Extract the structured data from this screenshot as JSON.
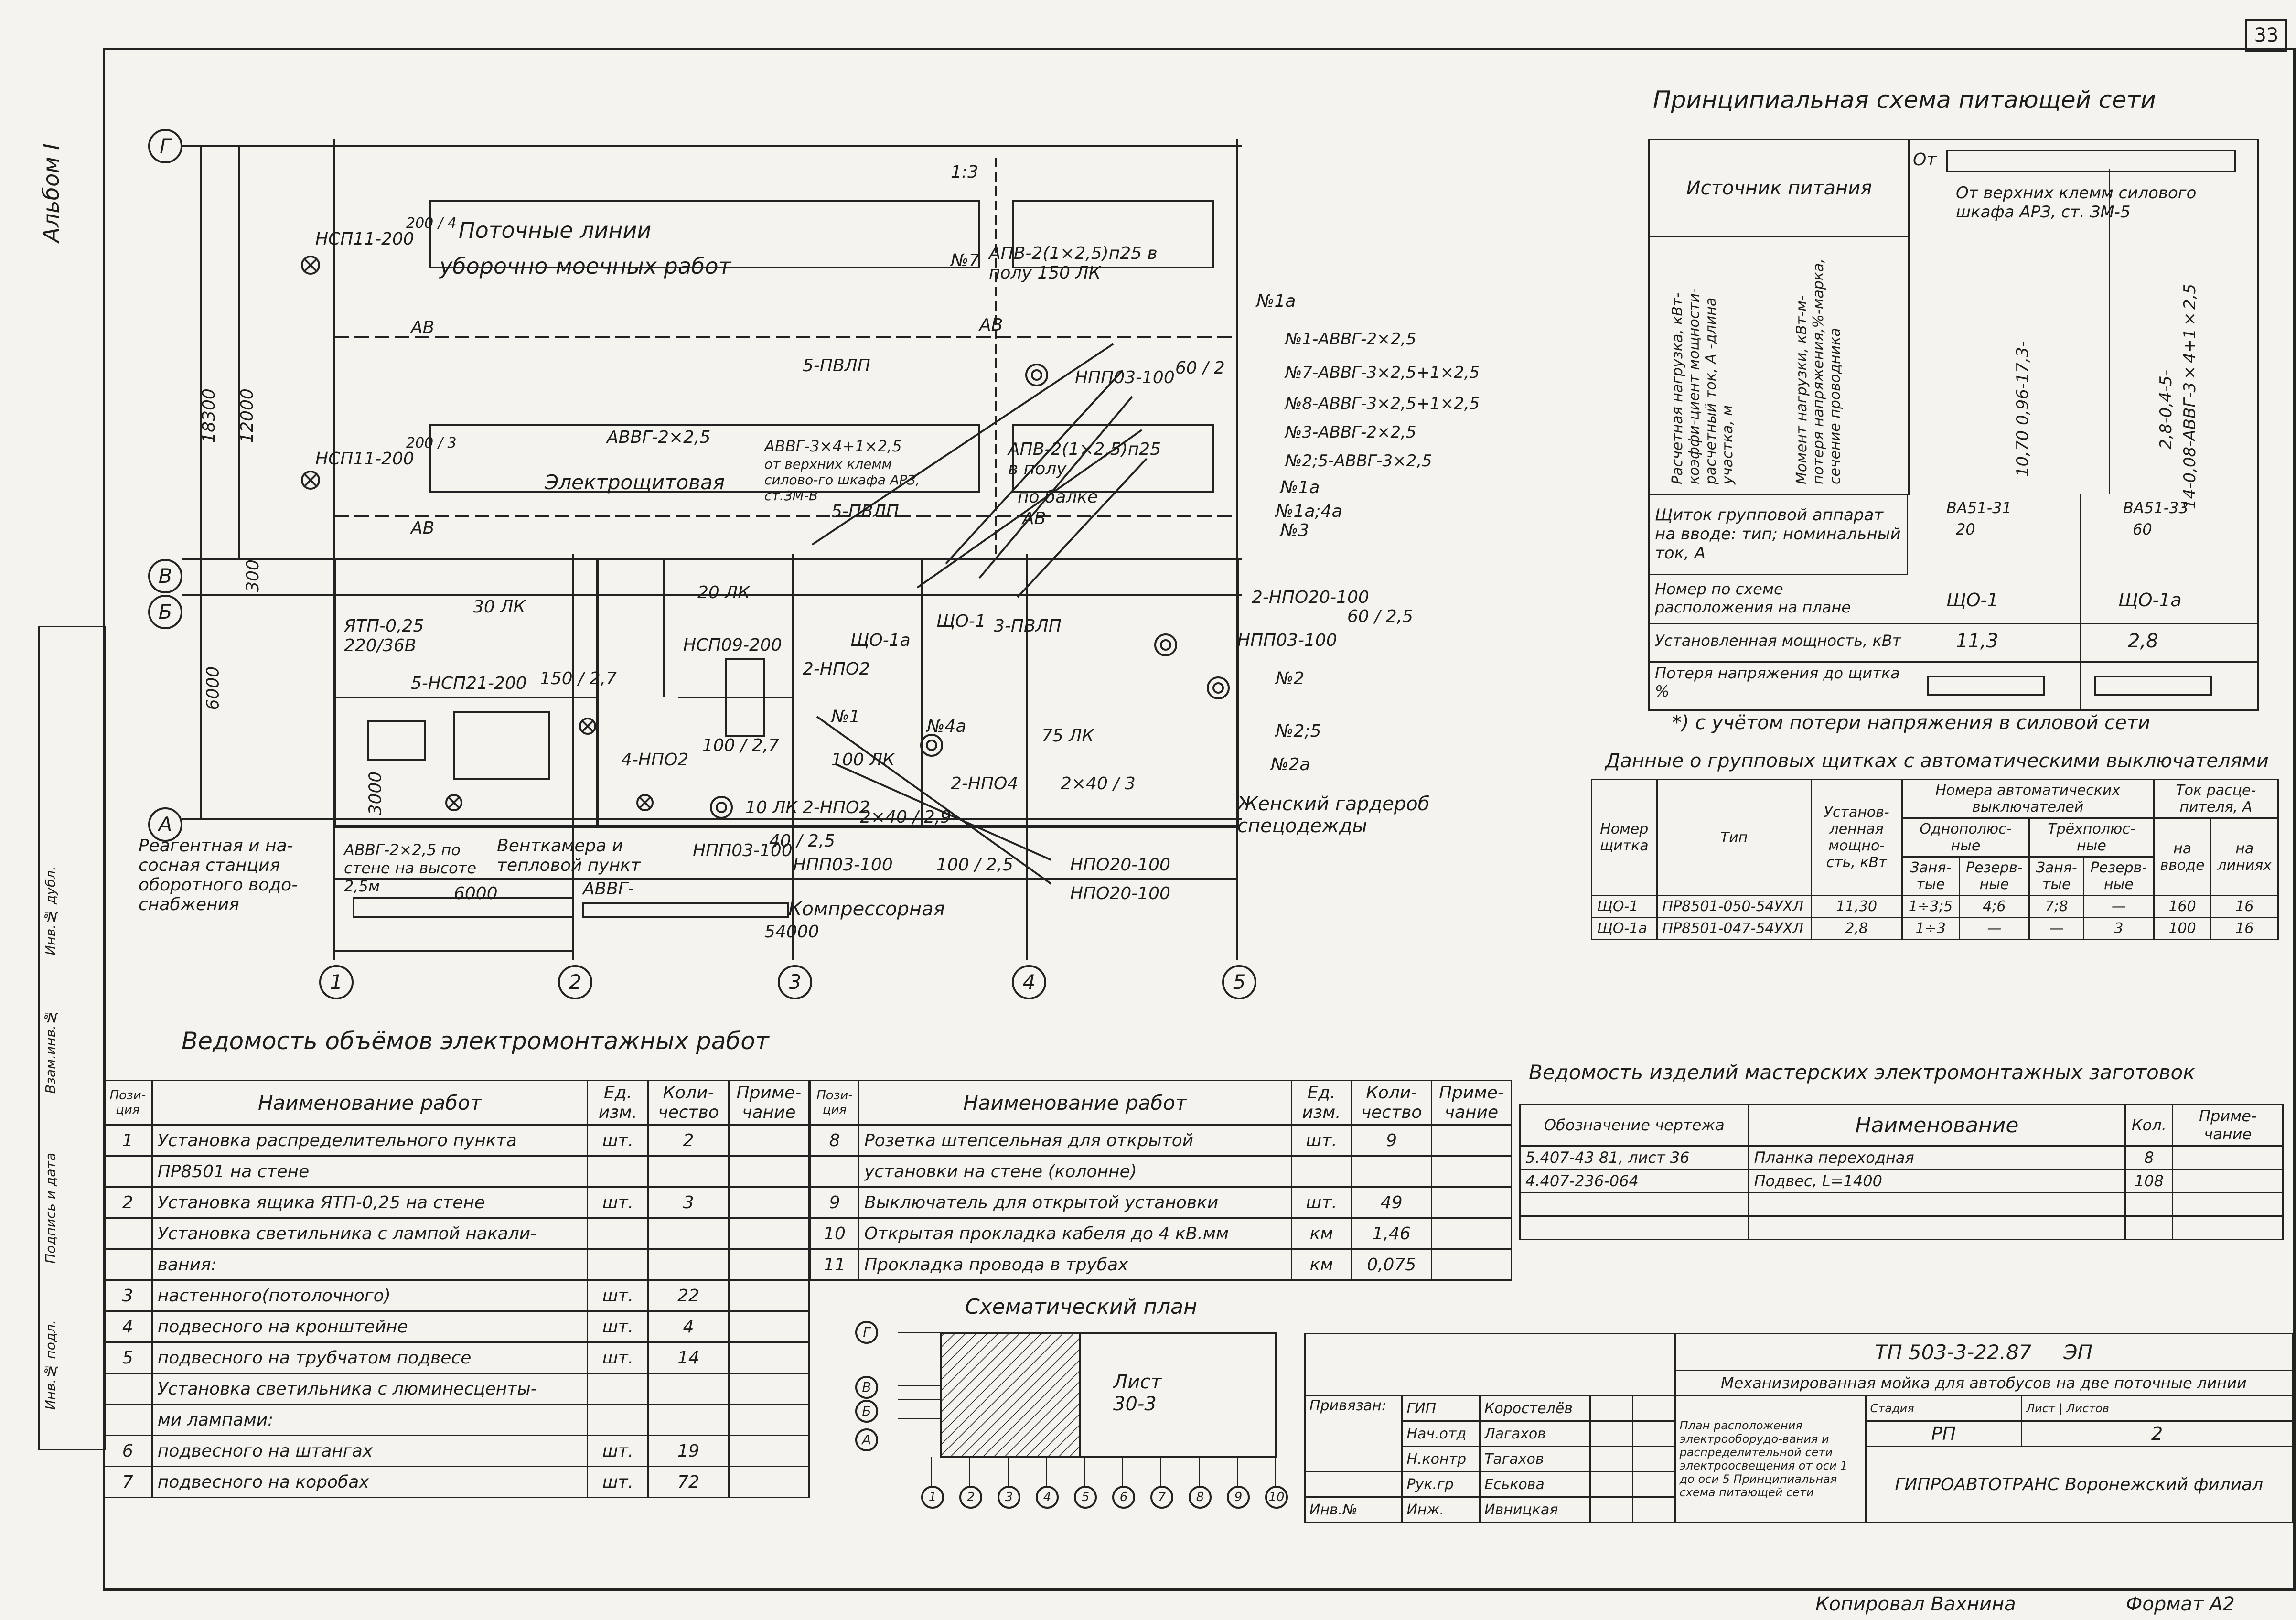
{
  "sheet": {
    "number": "33",
    "album": "Альбом I",
    "copied_by": "Копировал Вахнина",
    "format": "Формат А2"
  },
  "plan": {
    "axes_letters": [
      "Г",
      "В",
      "Б",
      "А"
    ],
    "axes_numbers": [
      "1",
      "2",
      "3",
      "4",
      "5"
    ],
    "dim_total": "54000",
    "dim_span": "6000",
    "dim_v1": "18300",
    "dim_v2": "12000",
    "dim_v3": "300",
    "dim_v4": "6000",
    "dim_v5": "3000",
    "dim_13": "1:3",
    "labels": {
      "line1": "Поточные линии",
      "line2": "уборочно-моечных работ",
      "shield_room": "Электрощитовая",
      "pump": "Реагентная и на-сосная станция оборотного водо-снабжения",
      "vent": "Венткамера и тепловой пункт",
      "compressor": "Компрессорная",
      "wardrobe": "Женский гардероб спецодежды",
      "cable_note": "АВВГ-2×2,5 по стене на высоте 2,5м",
      "avvg": "АВВГ-",
      "lamp1": "НСП11-200",
      "lamp2": "НСП11-200",
      "floor1": "АПВ-2(1×2,5)п25 в полу 150 ЛК",
      "floor2": "АПВ-2(1×2,5)п25 в полу",
      "by_beam": "по балке",
      "from_clamps1": "от верхних клемм силово-го шкафа АРЗ, ст.ЗМ-В",
      "lvl_5pvlp_1": "5-ПВЛП",
      "lvl_5pvlp_2": "5-ПВЛП",
      "avvg_2x25": "АВВГ-2×2,5",
      "avvg_3x4": "АВВГ-3×4+1×2,5",
      "yatp": "ЯТП-0,25 220/36В",
      "npp03_1": "НПП03-100",
      "npp03_2": "НПП03-100",
      "npp03_3": "НПП03-100",
      "npp03_4": "НПП03-100",
      "npo20_1": "НПО20-100",
      "npo20_2": "НПО20-100",
      "two_npo20": "2-НПО20-100",
      "nsp21": "5-НСП21-200",
      "npo2_1": "4-НПО2",
      "npo2_2": "2-НПО2",
      "npo2_3": "2-НПО2",
      "npo9": "НСП09-200",
      "npo4": "2-НПО4",
      "pvlp3": "3-ПВЛП",
      "lk20": "20 ЛК",
      "lk30": "30 ЛК",
      "lk75": "75 ЛК",
      "lk100": "100 ЛК",
      "lk10": "10 ЛК",
      "n1a": "№1а",
      "n1": "№1",
      "n2": "№2",
      "n25": "№2;5",
      "n2a": "№2а",
      "n3": "№3",
      "n4a": "№4а",
      "n7": "№7",
      "n1a4a": "№1а;4а",
      "sh1": "ЩО-1",
      "sh1a": "ЩО-1а",
      "av": "АВ",
      "frac_60_2": "60 / 2",
      "frac_60_25": "60 / 2,5",
      "frac_40_25": "40 / 2,5",
      "frac_100_25": "100 / 2,5",
      "frac_2x40_29": "2×40 / 2,9",
      "frac_2x40_3": "2×40 / 3",
      "frac_150_27": "150 / 2,7",
      "frac_100_27": "100 / 2,7",
      "frac_200_4": "200 / 4",
      "frac_200_3": "200 / 3"
    },
    "cable_list": [
      "№1-АВВГ-2×2,5",
      "№7-АВВГ-3×2,5+1×2,5",
      "№8-АВВГ-3×2,5+1×2,5",
      "№3-АВВГ-2×2,5",
      "№2;5-АВВГ-3×2,5"
    ]
  },
  "supply_scheme": {
    "title": "Принципиальная схема питающей сети",
    "source_label": "Источник питания",
    "source_from": "От",
    "source_value": "От верхних клемм силового шкафа АРЗ, ст. ЗМ-5",
    "calc_label": "Расчетная нагрузка, кВт-коэффи-циент мощности-расчетный ток, А -длина участка, м",
    "moment_label": "Момент нагрузки, кВт-м-потеря напряжения,%-марка, сечение проводника",
    "calc_values_1": "10,70 0,96-17,3-",
    "calc_values_2": "2,8-0,4-5-",
    "moment_values_2": "14-0,08-АВВГ-3×4+1×2,5",
    "group_label": "Щиток групповой аппарат на вводе: тип; номинальный ток, А",
    "group_values_1": "ВА51-31",
    "group_values_2": "ВА51-33",
    "group_current_1": "20",
    "group_current_2": "60",
    "number_label": "Номер по схеме расположения на плане",
    "numbers": [
      "ЩО-1",
      "ЩО-1а"
    ],
    "power_label": "Установленная мощность, кВт",
    "powers": [
      "11,3",
      "2,8"
    ],
    "loss_label": "Потеря напряжения до щитка %",
    "footnote": "*) с учётом потери напряжения в силовой сети"
  },
  "group_boards": {
    "title": "Данные о групповых щитках с автоматическими выключателями",
    "headers": {
      "number": "Номер щитка",
      "type": "Тип",
      "power": "Установ-ленная мощно-сть, кВт",
      "breakers": "Номера автоматических выключателей",
      "single": "Однополюс-ные",
      "triple": "Трёхполюс-ные",
      "busy": "Заня-тые",
      "reserve": "Резерв-ные",
      "current": "Ток расце-пителя, А",
      "input": "на вводе",
      "lines": "на линиях"
    },
    "rows": [
      [
        "ЩО-1",
        "ПР8501-050-54УХЛ",
        "11,30",
        "1÷3;5",
        "4;6",
        "7;8",
        "—",
        "160",
        "16"
      ],
      [
        "ЩО-1а",
        "ПР8501-047-54УХЛ",
        "2,8",
        "1÷3",
        "—",
        "—",
        "3",
        "100",
        "16"
      ]
    ]
  },
  "works": {
    "title": "Ведомость объёмов электромонтажных работ",
    "headers": [
      "Пози-ция",
      "Наименование работ",
      "Ед. изм.",
      "Коли-чество",
      "Приме-чание"
    ],
    "left": [
      [
        "1",
        "Установка распределительного пункта",
        "шт.",
        "2",
        ""
      ],
      [
        "",
        "ПР8501 на стене",
        "",
        "",
        ""
      ],
      [
        "2",
        "Установка ящика ЯТП-0,25 на стене",
        "шт.",
        "3",
        ""
      ],
      [
        "",
        "Установка светильника с лампой накали-",
        "",
        "",
        ""
      ],
      [
        "",
        "вания:",
        "",
        "",
        ""
      ],
      [
        "3",
        "настенного(потолочного)",
        "шт.",
        "22",
        ""
      ],
      [
        "4",
        "подвесного на кронштейне",
        "шт.",
        "4",
        ""
      ],
      [
        "5",
        "подвесного на трубчатом подвесе",
        "шт.",
        "14",
        ""
      ],
      [
        "",
        "Установка светильника с люминесценты-",
        "",
        "",
        ""
      ],
      [
        "",
        "ми лампами:",
        "",
        "",
        ""
      ],
      [
        "6",
        "подвесного на штангах",
        "шт.",
        "19",
        ""
      ],
      [
        "7",
        "подвесного на коробах",
        "шт.",
        "72",
        ""
      ]
    ],
    "right": [
      [
        "8",
        "Розетка штепсельная для открытой",
        "шт.",
        "9",
        ""
      ],
      [
        "",
        "установки на стене (колонне)",
        "",
        "",
        ""
      ],
      [
        "9",
        "Выключатель для открытой установки",
        "шт.",
        "49",
        ""
      ],
      [
        "10",
        "Открытая прокладка кабеля до 4 кВ.мм",
        "км",
        "1,46",
        ""
      ],
      [
        "11",
        "Прокладка провода в трубах",
        "км",
        "0,075",
        ""
      ]
    ]
  },
  "products": {
    "title": "Ведомость изделий мастерских электромонтажных заготовок",
    "headers": [
      "Обозначение чертежа",
      "Наименование",
      "Кол.",
      "Приме-чание"
    ],
    "rows": [
      [
        "5.407-43 81, лист 36",
        "Планка переходная",
        "8",
        ""
      ],
      [
        "4.407-236-064",
        "Подвес, L=1400",
        "108",
        ""
      ]
    ]
  },
  "schematic": {
    "title": "Схематический план",
    "sheet_label": "Лист 30-3",
    "rows": [
      "Г",
      "В",
      "Б",
      "А"
    ],
    "cols": [
      "1",
      "2",
      "3",
      "4",
      "5",
      "6",
      "7",
      "8",
      "9",
      "10"
    ]
  },
  "stamp": {
    "code": "ТП 503-3-22.87",
    "mark": "ЭП",
    "desc": "Механизированная мойка для автобусов на две поточные линии",
    "bound": "Привязан:",
    "inv": "Инв.№",
    "stage_h": "Стадия",
    "sheet_h": "Лист",
    "sheets_h": "Листов",
    "stage": "РП",
    "sheet": "2",
    "sheets": "",
    "roles": [
      "ГИП",
      "Нач.отд",
      "Н.контр",
      "Рук.гр",
      "Инж."
    ],
    "names": [
      "Коростелёв",
      "Лагахов",
      "Тагахов",
      "Еськова",
      "Ивницкая"
    ],
    "doc_title": "План расположения электрооборудо-вания и распределительной сети электроосвещения от оси 1 до оси 5 Принципиальная схема питающей сети",
    "org": "ГИПРОАВТОТРАНС Воронежский филиал"
  },
  "left_strip": {
    "cols": [
      "Инв.№ подл.",
      "Подпись и дата",
      "Взам.инв.№",
      "Инв.№ дубл."
    ]
  }
}
